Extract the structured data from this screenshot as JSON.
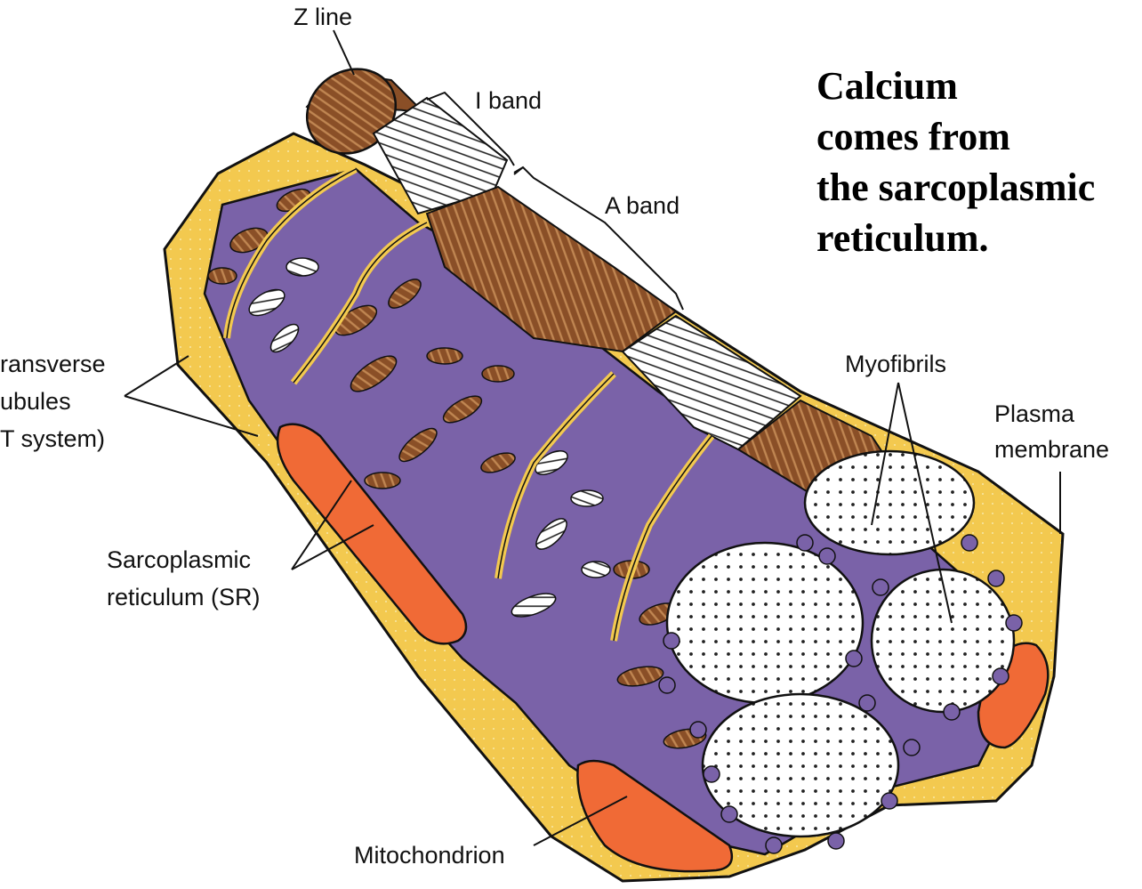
{
  "caption": {
    "lines": [
      "Calcium",
      "comes from",
      "the sarcoplasmic",
      "reticulum."
    ]
  },
  "labels": {
    "z_line": "Z line",
    "i_band": "I band",
    "a_band": "A band",
    "transverse_1": "ransverse",
    "transverse_2": "ubules",
    "transverse_3": "T system)",
    "sr_1": "Sarcoplasmic",
    "sr_2": "reticulum (SR)",
    "myofibrils": "Myofibrils",
    "plasma_1": "Plasma",
    "plasma_2": "membrane",
    "mitochondrion": "Mitochondrion"
  },
  "colors": {
    "cytoplasm": "#f3c94f",
    "cytoplasm_dark": "#e0a92d",
    "sarcoplasmic_reticulum": "#7a62a8",
    "myofibril_brown": "#8a4f27",
    "myofibril_stripe": "#c08652",
    "light_band": "#ffffff",
    "mitochondrion": "#f06a36",
    "outline": "#111111"
  }
}
